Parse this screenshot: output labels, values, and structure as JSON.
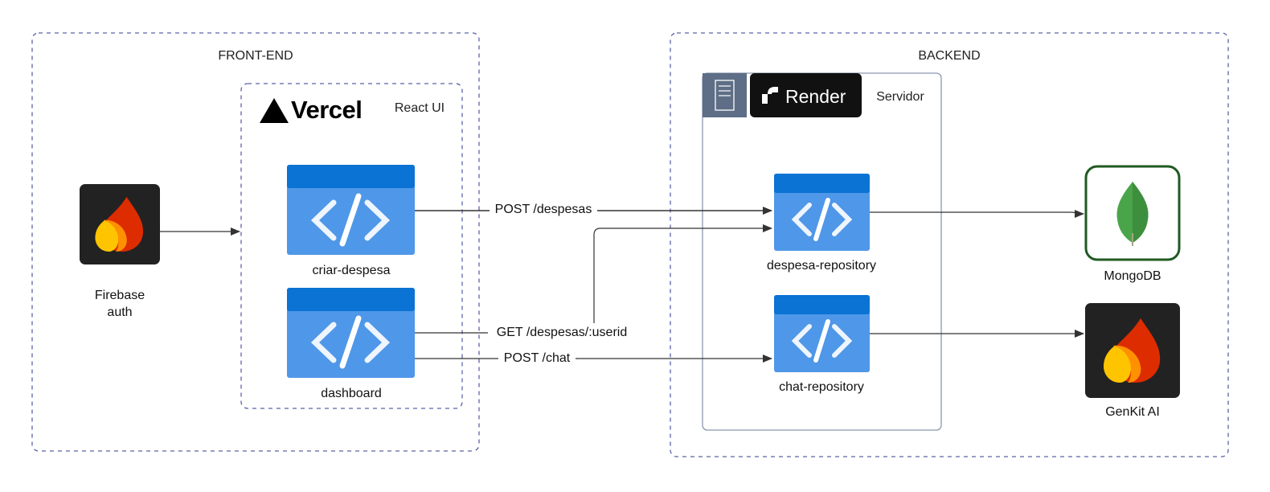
{
  "groups": {
    "frontend": {
      "label": "FRONT-END"
    },
    "backend": {
      "label": "BACKEND"
    },
    "vercel": {
      "logo_text": "Vercel",
      "label": "React UI"
    },
    "render": {
      "logo_text": "Render",
      "label": "Servidor"
    }
  },
  "nodes": {
    "firebase": {
      "label_line1": "Firebase",
      "label_line2": "auth",
      "icon": "firebase-flame-icon"
    },
    "criar_despesa": {
      "label": "criar-despesa",
      "icon": "code-icon"
    },
    "dashboard": {
      "label": "dashboard",
      "icon": "code-icon"
    },
    "despesa_repository": {
      "label": "despesa-repository",
      "icon": "code-icon"
    },
    "chat_repository": {
      "label": "chat-repository",
      "icon": "code-icon"
    },
    "mongodb": {
      "label": "MongoDB",
      "icon": "mongodb-leaf-icon"
    },
    "genkit": {
      "label": "GenKit AI",
      "icon": "firebase-flame-icon"
    }
  },
  "edges": {
    "post_despesas": {
      "label": "POST /despesas"
    },
    "get_despesas": {
      "label": "GET /despesas/:userid"
    },
    "post_chat": {
      "label": "POST /chat"
    }
  },
  "colors": {
    "group_border": "#5b63a8",
    "server_border": "#8a98ad",
    "server_header": "#5d6e86",
    "code_tile_dark": "#0a73d4",
    "code_tile_light": "#4f97e8",
    "edge": "#333333",
    "firebase_bg": "#222222",
    "mongo_border": "#1f5a22",
    "mongo_leaf": "#4aa54a"
  }
}
